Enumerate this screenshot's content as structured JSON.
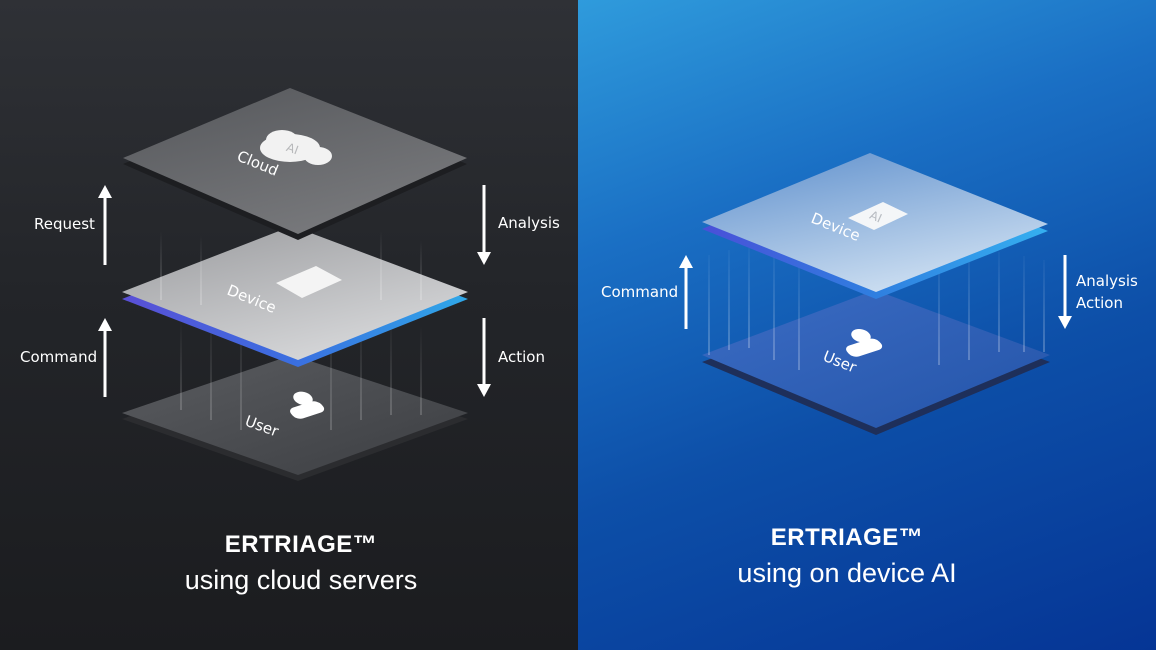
{
  "left_panel": {
    "title": "ERTRIAGE™",
    "subtitle": "using cloud servers",
    "background_color": "#232529",
    "layers": [
      {
        "name": "Cloud",
        "icon": "cloud-icon",
        "icon_text": "AI"
      },
      {
        "name": "Device",
        "icon": "chip-icon",
        "icon_text": ""
      },
      {
        "name": "User",
        "icon": "user-icon",
        "icon_text": ""
      }
    ],
    "arrows": {
      "request": {
        "label": "Request",
        "direction": "up"
      },
      "command": {
        "label": "Command",
        "direction": "up"
      },
      "analysis": {
        "label": "Analysis",
        "direction": "down"
      },
      "action": {
        "label": "Action",
        "direction": "down"
      }
    }
  },
  "right_panel": {
    "title": "ERTRIAGE™",
    "subtitle": "using on device AI",
    "background_color": "#0d4fa8",
    "layers": [
      {
        "name": "Device",
        "icon": "chip-icon",
        "icon_text": "AI"
      },
      {
        "name": "User",
        "icon": "user-icon",
        "icon_text": ""
      }
    ],
    "arrows": {
      "command": {
        "label": "Command",
        "direction": "up"
      },
      "analysis_action": {
        "label_line1": "Analysis",
        "label_line2": "Action",
        "direction": "down"
      }
    }
  },
  "colors": {
    "accent_edge": "#2f7fe0",
    "accent_edge_purple": "#5a4fd6",
    "text": "#ffffff"
  }
}
